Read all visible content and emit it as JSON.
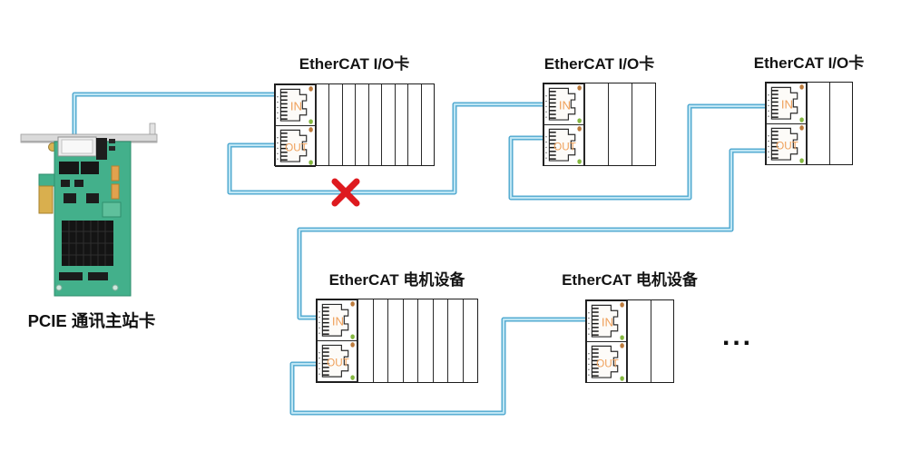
{
  "diagram": {
    "master": {
      "label": "PCIE 通讯主站卡"
    },
    "devices": [
      {
        "id": "io-card-1",
        "label": "EtherCAT I/O卡",
        "type": "io-card",
        "ports": [
          "IN",
          "OUT"
        ],
        "slots": 9
      },
      {
        "id": "io-card-2",
        "label": "EtherCAT I/O卡",
        "type": "io-card",
        "ports": [
          "IN",
          "OUT"
        ],
        "slots": 3
      },
      {
        "id": "io-card-3",
        "label": "EtherCAT I/O卡",
        "type": "io-card",
        "ports": [
          "IN",
          "OUT"
        ],
        "slots": 2
      },
      {
        "id": "motor-1",
        "label": "EtherCAT 电机设备",
        "type": "motor-device",
        "ports": [
          "IN",
          "OUT"
        ],
        "slots": 8
      },
      {
        "id": "motor-2",
        "label": "EtherCAT 电机设备",
        "type": "motor-device",
        "ports": [
          "IN",
          "OUT"
        ],
        "slots": 2
      }
    ],
    "connections": [
      {
        "from": "pcie-master",
        "to": "io-card-1.IN",
        "status": "ok"
      },
      {
        "from": "io-card-1.OUT",
        "to": "io-card-2.IN",
        "status": "broken"
      },
      {
        "from": "io-card-2.OUT",
        "to": "io-card-3.IN",
        "status": "ok"
      },
      {
        "from": "io-card-3.OUT",
        "to": "motor-1.IN",
        "status": "ok"
      },
      {
        "from": "motor-1.OUT",
        "to": "motor-2.IN",
        "status": "ok"
      }
    ],
    "ellipsis": "...",
    "error_mark": "✕",
    "colors": {
      "cable": "#4da7cf",
      "cable_inner": "#bfe6f4",
      "port_label": "#efa05a",
      "led_orange": "#bd7b3c",
      "led_green": "#85b840",
      "error": "#de1a1f",
      "pcb_green": "#43b08b",
      "gold": "#d9af4e"
    }
  }
}
